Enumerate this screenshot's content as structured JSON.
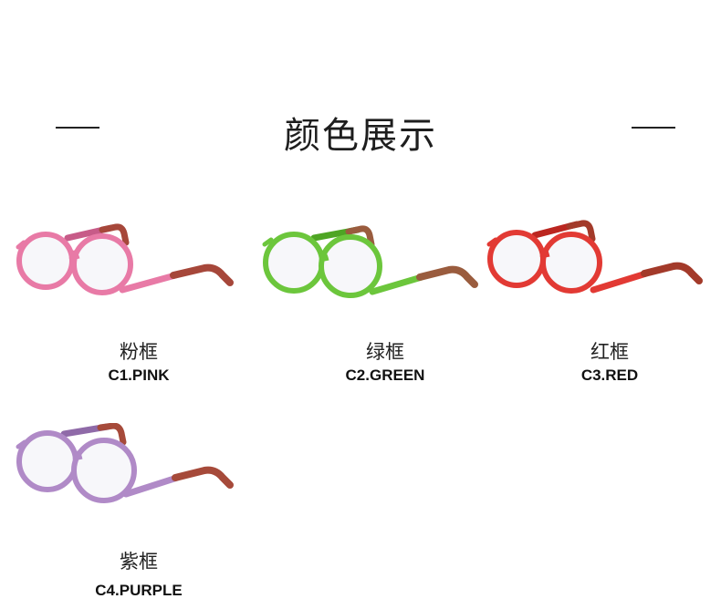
{
  "header": {
    "title": "颜色展示"
  },
  "products": [
    {
      "name_cn": "粉框",
      "code": "C1.PINK",
      "frame_color": "#e87aa6",
      "frame_dark": "#c75b88",
      "temple_tip_color": "#a6473a"
    },
    {
      "name_cn": "绿框",
      "code": "C2.GREEN",
      "frame_color": "#6cc63c",
      "frame_dark": "#4ea524",
      "temple_tip_color": "#9a5c3e"
    },
    {
      "name_cn": "红框",
      "code": "C3.RED",
      "frame_color": "#e23a34",
      "frame_dark": "#bb2620",
      "temple_tip_color": "#a33a2a"
    },
    {
      "name_cn": "紫框",
      "code": "C4.PURPLE",
      "frame_color": "#b08ac7",
      "frame_dark": "#8f6aa8",
      "temple_tip_color": "#a64a3a"
    }
  ]
}
